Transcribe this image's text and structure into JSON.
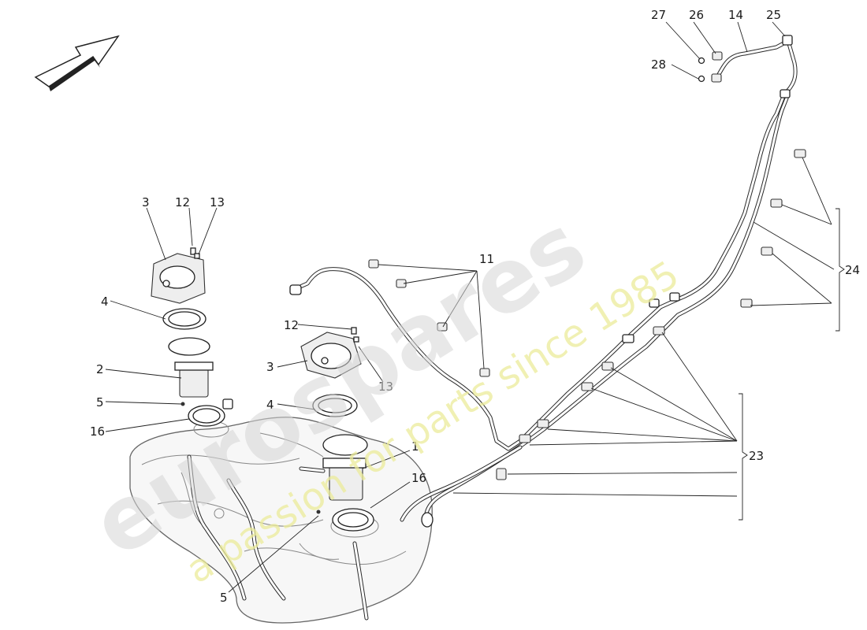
{
  "diagram": {
    "callouts": {
      "c1": "1",
      "c2": "2",
      "c3a": "3",
      "c3b": "3",
      "c4a": "4",
      "c4b": "4",
      "c5a": "5",
      "c5b": "5",
      "c11": "11",
      "c12a": "12",
      "c12b": "12",
      "c13a": "13",
      "c13b": "13",
      "c14": "14",
      "c16a": "16",
      "c16b": "16",
      "c23": "23",
      "c24": "24",
      "c25": "25",
      "c26": "26",
      "c27": "27",
      "c28": "28"
    },
    "watermark": {
      "brand": "eurospares",
      "slogan": "a passion for parts since 1985"
    },
    "icons": [
      "direction-arrow-icon",
      "fuel-pump-icon",
      "fuel-tank-icon",
      "pipe-clip-icon"
    ]
  }
}
